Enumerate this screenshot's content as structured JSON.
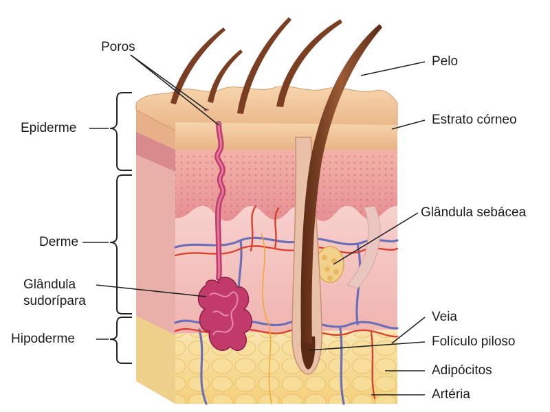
{
  "diagram": {
    "labels": {
      "poros": "Poros",
      "pelo": "Pelo",
      "estrato_corneo": "Estrato córneo",
      "epiderme": "Epiderme",
      "derme": "Derme",
      "glandula_sebacea": "Glândula sebácea",
      "glandula_sudoripara_1": "Glândula",
      "glandula_sudoripara_2": "sudorípara",
      "hipoderme": "Hipoderme",
      "veia": "Veia",
      "foliculo_piloso": "Folículo piloso",
      "adipocitos": "Adipócitos",
      "arteria": "Artéria"
    },
    "colors": {
      "stratum_corneum": "#f2c79a",
      "epidermis": "#e89f9f",
      "dermis": "#f5c4c0",
      "hypodermis": "#f7dd95",
      "hair": "#7a3e22",
      "sweat_gland": "#c23a6a",
      "vein": "#6a6fb8",
      "artery": "#d9412e"
    }
  }
}
